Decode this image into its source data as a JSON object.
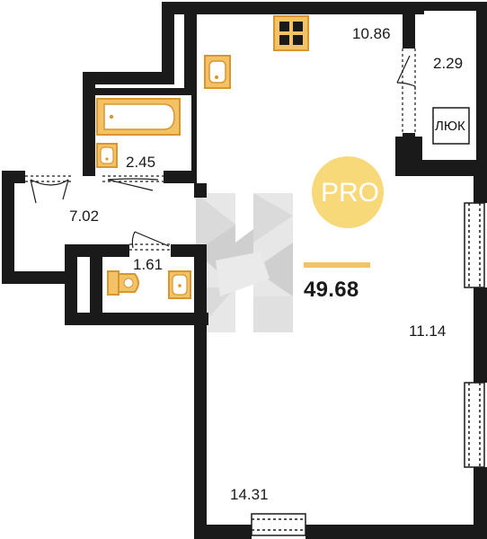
{
  "plan": {
    "total_area": "49.68",
    "badge_text": "PRO",
    "hatch_label": "ЛЮК",
    "rooms": {
      "kitchen_area": "10.86",
      "storage_area": "2.29",
      "bathroom_area": "2.45",
      "hall_area": "7.02",
      "toilet_area": "1.61",
      "living_area": "11.14",
      "main_area": "14.31"
    }
  },
  "colors": {
    "wall": "#1a1a1a",
    "fixture_fill": "#f4c266",
    "fixture_stroke": "#d9962e",
    "badge": "#f7d97a",
    "accent_bar": "#f4c266",
    "watermark": "#8c8c8c"
  },
  "icons": [
    "stove-icon",
    "bathtub-icon",
    "sink-icon",
    "toilet-icon",
    "logo-watermark"
  ]
}
